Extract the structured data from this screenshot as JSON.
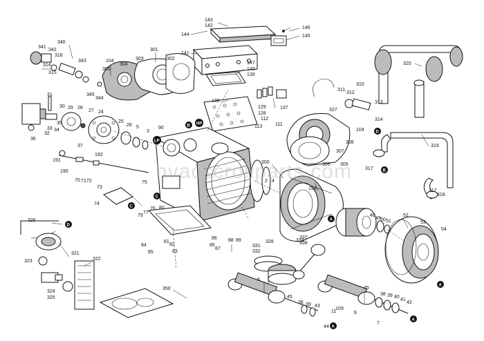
{
  "watermark": "hvacscrollparts.com",
  "callouts": {
    "B": "B",
    "HP": "HP",
    "LP": "LP",
    "C": "C",
    "D": "D",
    "A": "A"
  },
  "labels": [
    {
      "id": "l143",
      "text": "143"
    },
    {
      "id": "l142",
      "text": "142"
    },
    {
      "id": "l144",
      "text": "144"
    },
    {
      "id": "l146",
      "text": "146"
    },
    {
      "id": "l145",
      "text": "145"
    },
    {
      "id": "l141",
      "text": "141"
    },
    {
      "id": "l147",
      "text": "147"
    },
    {
      "id": "l140",
      "text": "140"
    },
    {
      "id": "l139",
      "text": "139"
    },
    {
      "id": "l340",
      "text": "340"
    },
    {
      "id": "l341",
      "text": "341"
    },
    {
      "id": "l342",
      "text": "342"
    },
    {
      "id": "l316",
      "text": "316"
    },
    {
      "id": "l343",
      "text": "343"
    },
    {
      "id": "l314",
      "text": "314"
    },
    {
      "id": "l315",
      "text": "315"
    },
    {
      "id": "l301",
      "text": "301"
    },
    {
      "id": "l303",
      "text": "303"
    },
    {
      "id": "l302",
      "text": "302"
    },
    {
      "id": "l104a",
      "text": "104"
    },
    {
      "id": "l304",
      "text": "304"
    },
    {
      "id": "l305a",
      "text": "305"
    },
    {
      "id": "l345",
      "text": "345"
    },
    {
      "id": "l344",
      "text": "344"
    },
    {
      "id": "l320",
      "text": "320"
    },
    {
      "id": "l310",
      "text": "310"
    },
    {
      "id": "l311",
      "text": "311"
    },
    {
      "id": "l312",
      "text": "312"
    },
    {
      "id": "l313",
      "text": "313"
    },
    {
      "id": "l327",
      "text": "327"
    },
    {
      "id": "l314b",
      "text": "314"
    },
    {
      "id": "l104b",
      "text": "104"
    },
    {
      "id": "l308",
      "text": "308"
    },
    {
      "id": "l307",
      "text": "307"
    },
    {
      "id": "l306",
      "text": "306"
    },
    {
      "id": "l305b",
      "text": "305"
    },
    {
      "id": "l319",
      "text": "319"
    },
    {
      "id": "l317a",
      "text": "317"
    },
    {
      "id": "l317b",
      "text": "317"
    },
    {
      "id": "l318",
      "text": "318"
    },
    {
      "id": "l138",
      "text": "138"
    },
    {
      "id": "l129",
      "text": "129"
    },
    {
      "id": "l128",
      "text": "128"
    },
    {
      "id": "l137",
      "text": "137"
    },
    {
      "id": "l112",
      "text": "112"
    },
    {
      "id": "l113",
      "text": "113"
    },
    {
      "id": "l111",
      "text": "111"
    },
    {
      "id": "l31",
      "text": "31"
    },
    {
      "id": "l30",
      "text": "30"
    },
    {
      "id": "l29",
      "text": "29"
    },
    {
      "id": "l28",
      "text": "28"
    },
    {
      "id": "l27",
      "text": "27"
    },
    {
      "id": "l24",
      "text": "24"
    },
    {
      "id": "l25",
      "text": "25"
    },
    {
      "id": "l26",
      "text": "26"
    },
    {
      "id": "l5",
      "text": "5"
    },
    {
      "id": "l3",
      "text": "3"
    },
    {
      "id": "l90",
      "text": "90"
    },
    {
      "id": "l36",
      "text": "36"
    },
    {
      "id": "l32",
      "text": "32"
    },
    {
      "id": "l33",
      "text": "33"
    },
    {
      "id": "l34",
      "text": "34"
    },
    {
      "id": "l35",
      "text": "35"
    },
    {
      "id": "l37",
      "text": "37"
    },
    {
      "id": "l192",
      "text": "192"
    },
    {
      "id": "l191",
      "text": "191"
    },
    {
      "id": "l190",
      "text": "190"
    },
    {
      "id": "l70",
      "text": "70"
    },
    {
      "id": "l71",
      "text": "71"
    },
    {
      "id": "l72",
      "text": "72"
    },
    {
      "id": "l73",
      "text": "73"
    },
    {
      "id": "l75",
      "text": "75"
    },
    {
      "id": "l74",
      "text": "74"
    },
    {
      "id": "l76",
      "text": "76"
    },
    {
      "id": "l77",
      "text": "77"
    },
    {
      "id": "l79",
      "text": "79"
    },
    {
      "id": "l80",
      "text": "80"
    },
    {
      "id": "l300",
      "text": "300"
    },
    {
      "id": "l154",
      "text": "154"
    },
    {
      "id": "l2",
      "text": "2"
    },
    {
      "id": "l4",
      "text": "4"
    },
    {
      "id": "l48",
      "text": "48"
    },
    {
      "id": "l49",
      "text": "49"
    },
    {
      "id": "l50",
      "text": "50"
    },
    {
      "id": "l51",
      "text": "51"
    },
    {
      "id": "l52",
      "text": "52"
    },
    {
      "id": "l53",
      "text": "53"
    },
    {
      "id": "l54",
      "text": "54"
    },
    {
      "id": "l326",
      "text": "326"
    },
    {
      "id": "l321",
      "text": "321"
    },
    {
      "id": "l322",
      "text": "322"
    },
    {
      "id": "l323",
      "text": "323"
    },
    {
      "id": "l324",
      "text": "324"
    },
    {
      "id": "l325",
      "text": "325"
    },
    {
      "id": "l84",
      "text": "84"
    },
    {
      "id": "l85a",
      "text": "85"
    },
    {
      "id": "l81",
      "text": "81"
    },
    {
      "id": "l82",
      "text": "82"
    },
    {
      "id": "l83",
      "text": "83"
    },
    {
      "id": "l85b",
      "text": "85"
    },
    {
      "id": "l86",
      "text": "86"
    },
    {
      "id": "l87",
      "text": "87"
    },
    {
      "id": "l88",
      "text": "88"
    },
    {
      "id": "l89",
      "text": "89"
    },
    {
      "id": "l331",
      "text": "331"
    },
    {
      "id": "l332",
      "text": "332"
    },
    {
      "id": "l328",
      "text": "328"
    },
    {
      "id": "l334",
      "text": "334"
    },
    {
      "id": "l337",
      "text": "337"
    },
    {
      "id": "l338",
      "text": "338"
    },
    {
      "id": "l350",
      "text": "350"
    },
    {
      "id": "l6a",
      "text": "6"
    },
    {
      "id": "l7a",
      "text": "7"
    },
    {
      "id": "l38a",
      "text": "38"
    },
    {
      "id": "l39a",
      "text": "39"
    },
    {
      "id": "l43",
      "text": "43"
    },
    {
      "id": "l44",
      "text": "44"
    },
    {
      "id": "l11",
      "text": "11"
    },
    {
      "id": "l10",
      "text": "10"
    },
    {
      "id": "l9",
      "text": "9"
    },
    {
      "id": "l6b",
      "text": "6"
    },
    {
      "id": "l45a",
      "text": "45"
    },
    {
      "id": "l45b",
      "text": "45"
    },
    {
      "id": "l7b",
      "text": "7"
    },
    {
      "id": "l38b",
      "text": "38"
    },
    {
      "id": "l39b",
      "text": "39"
    },
    {
      "id": "l40",
      "text": "40"
    },
    {
      "id": "l41",
      "text": "41"
    },
    {
      "id": "l42",
      "text": "42"
    }
  ]
}
